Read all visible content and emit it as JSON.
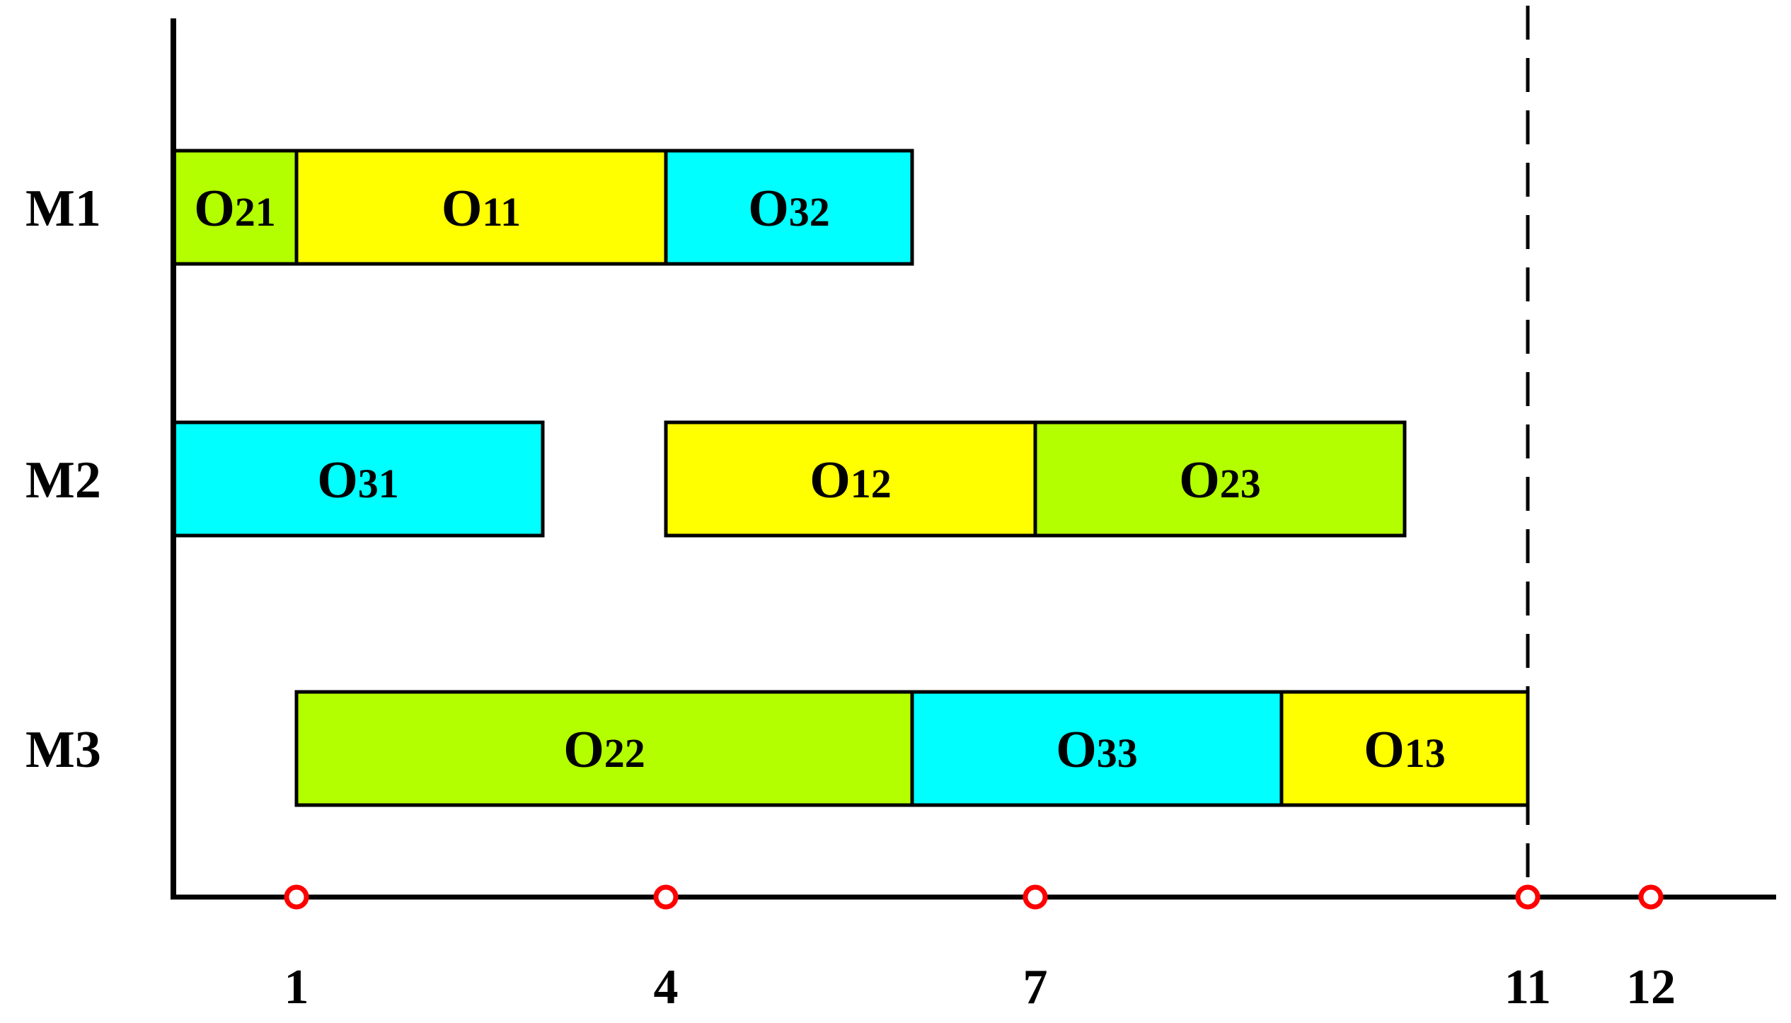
{
  "chart_data": {
    "type": "gantt",
    "machines": [
      "M1",
      "M2",
      "M3"
    ],
    "tasks": [
      {
        "machine": "M1",
        "op": "O",
        "sub": "21",
        "start": 0,
        "end": 1,
        "color": "#b3ff00"
      },
      {
        "machine": "M1",
        "op": "O",
        "sub": "11",
        "start": 1,
        "end": 4,
        "color": "#ffff00"
      },
      {
        "machine": "M1",
        "op": "O",
        "sub": "32",
        "start": 4,
        "end": 6,
        "color": "#00ffff"
      },
      {
        "machine": "M2",
        "op": "O",
        "sub": "31",
        "start": 0,
        "end": 3,
        "color": "#00ffff"
      },
      {
        "machine": "M2",
        "op": "O",
        "sub": "12",
        "start": 4,
        "end": 7,
        "color": "#ffff00"
      },
      {
        "machine": "M2",
        "op": "O",
        "sub": "23",
        "start": 7,
        "end": 10,
        "color": "#b3ff00"
      },
      {
        "machine": "M3",
        "op": "O",
        "sub": "22",
        "start": 1,
        "end": 6,
        "color": "#b3ff00"
      },
      {
        "machine": "M3",
        "op": "O",
        "sub": "33",
        "start": 6,
        "end": 9,
        "color": "#00ffff"
      },
      {
        "machine": "M3",
        "op": "O",
        "sub": "13",
        "start": 9,
        "end": 11,
        "color": "#ffff00"
      }
    ],
    "ticks": [
      "1",
      "4",
      "7",
      "11",
      "12"
    ],
    "tick_values": [
      1,
      4,
      7,
      11,
      12
    ],
    "makespan_line": 11,
    "xlim": [
      0,
      13
    ],
    "marker_color": "#ff0000",
    "title": "",
    "xlabel": "",
    "ylabel": ""
  }
}
